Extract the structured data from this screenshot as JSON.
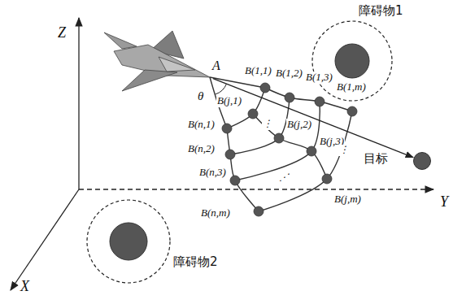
{
  "diagram": {
    "nodes": [
      {
        "text": [
          "障碍物1"
        ]
      },
      {
        "text": [
          "A"
        ]
      },
      {
        "text": [
          "目标"
        ]
      },
      {
        "text": [
          "障碍物2"
        ]
      }
    ],
    "edges": [
      {
        "from": 1,
        "to": 2,
        "arrow": "to"
      }
    ],
    "labels": [
      "Z",
      "Y",
      "X",
      "θ",
      "B(1,1)",
      "B(1,2)",
      "B(1,3)",
      "B(1,m)",
      "B(j,1)",
      "B(j,2)",
      "B(j,3)",
      "B(j,m)",
      "B(n,1)",
      "B(n,2)",
      "B(n,3)",
      "B(n,m)",
      "⋮",
      "⋮",
      "⋰"
    ]
  }
}
